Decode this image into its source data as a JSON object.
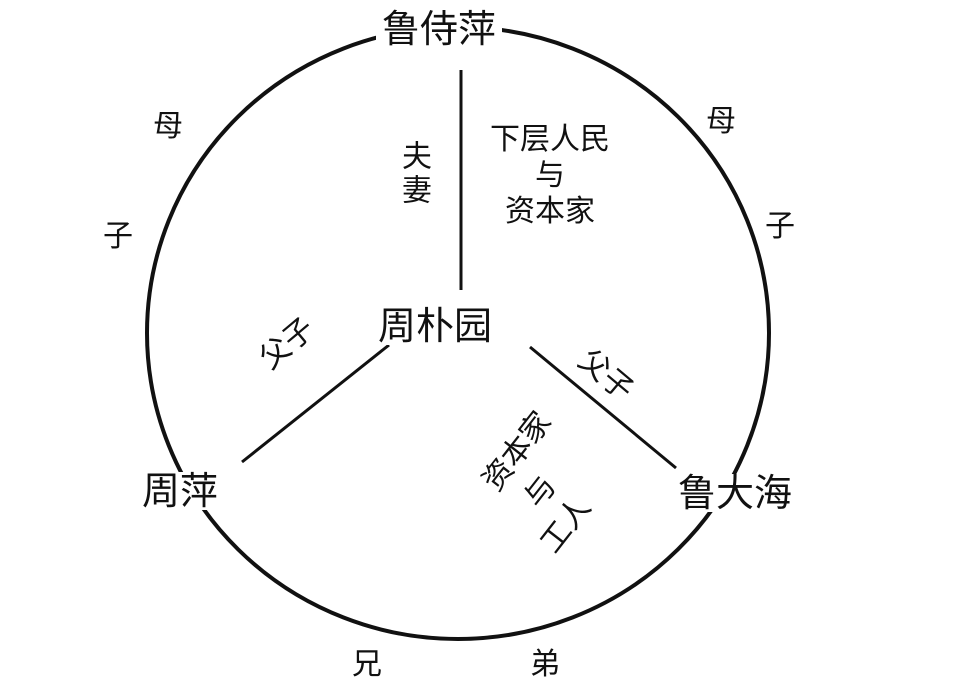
{
  "nodes": {
    "top": "鲁侍萍",
    "center": "周朴园",
    "left": "周萍",
    "right": "鲁大海"
  },
  "edges": {
    "top_center_left": "夫妻",
    "top_center_right": [
      "下层人民",
      "与",
      "资本家"
    ],
    "center_left": "父子",
    "center_right": "父子",
    "center_right_class": [
      "资本家",
      "与",
      "工人"
    ],
    "arc_top_left": [
      "母",
      "子"
    ],
    "arc_top_right": [
      "母",
      "子"
    ],
    "arc_bottom": [
      "兄",
      "弟"
    ]
  },
  "colors": {
    "ink": "#111111",
    "background": "#ffffff"
  }
}
